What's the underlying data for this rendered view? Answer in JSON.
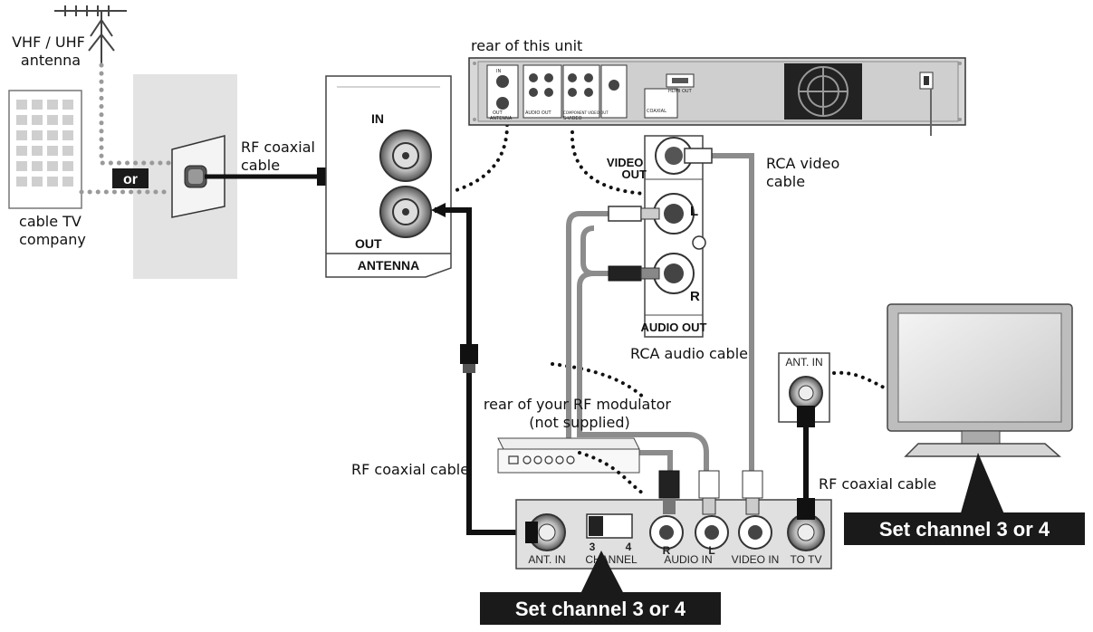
{
  "labels": {
    "antenna": [
      "VHF / UHF",
      "antenna"
    ],
    "cable_company": [
      "cable TV",
      "company"
    ],
    "or": "or",
    "rf_coaxial_cable_top": [
      "RF coaxial",
      "cable"
    ],
    "rear_of_unit": "rear of this unit",
    "panel_in": "IN",
    "panel_out": "OUT",
    "panel_antenna": "ANTENNA",
    "video_out": [
      "VIDEO",
      "OUT"
    ],
    "audio_l": "L",
    "audio_r": "R",
    "audio_out": "AUDIO OUT",
    "rca_video_cable": [
      "RCA video",
      "cable"
    ],
    "rca_audio_cable": "RCA audio cable",
    "modulator_title": [
      "rear of your RF modulator",
      "(not supplied)"
    ],
    "rf_coaxial_cable_left": "RF coaxial cable",
    "rf_coaxial_cable_right": "RF coaxial cable",
    "tv_ant_in": "ANT. IN",
    "mod_ant_in": "ANT. IN",
    "mod_channel": "CHANNEL",
    "mod_ch3": "3",
    "mod_ch4": "4",
    "mod_audio_in": "AUDIO IN",
    "mod_r": "R",
    "mod_l": "L",
    "mod_video_in": "VIDEO IN",
    "mod_to_tv": "TO TV",
    "banner_tv": "Set channel 3 or 4",
    "banner_modulator": "Set channel 3 or 4"
  },
  "unit_small_labels": {
    "antenna": "ANTENNA",
    "in": "IN",
    "out": "OUT",
    "coaxial": "COAXIAL",
    "hdmi_out": "HDMI OUT",
    "audio_out": "AUDIO OUT",
    "s_video": "S-VIDEO",
    "component": "COMPONENT VIDEO OUT"
  },
  "colors": {
    "cable_black": "#111111",
    "cable_gray": "#8c8c8c",
    "wall_gray": "#e3e3e3",
    "banner_bg": "#1a1a1a",
    "banner_text": "#ffffff"
  }
}
